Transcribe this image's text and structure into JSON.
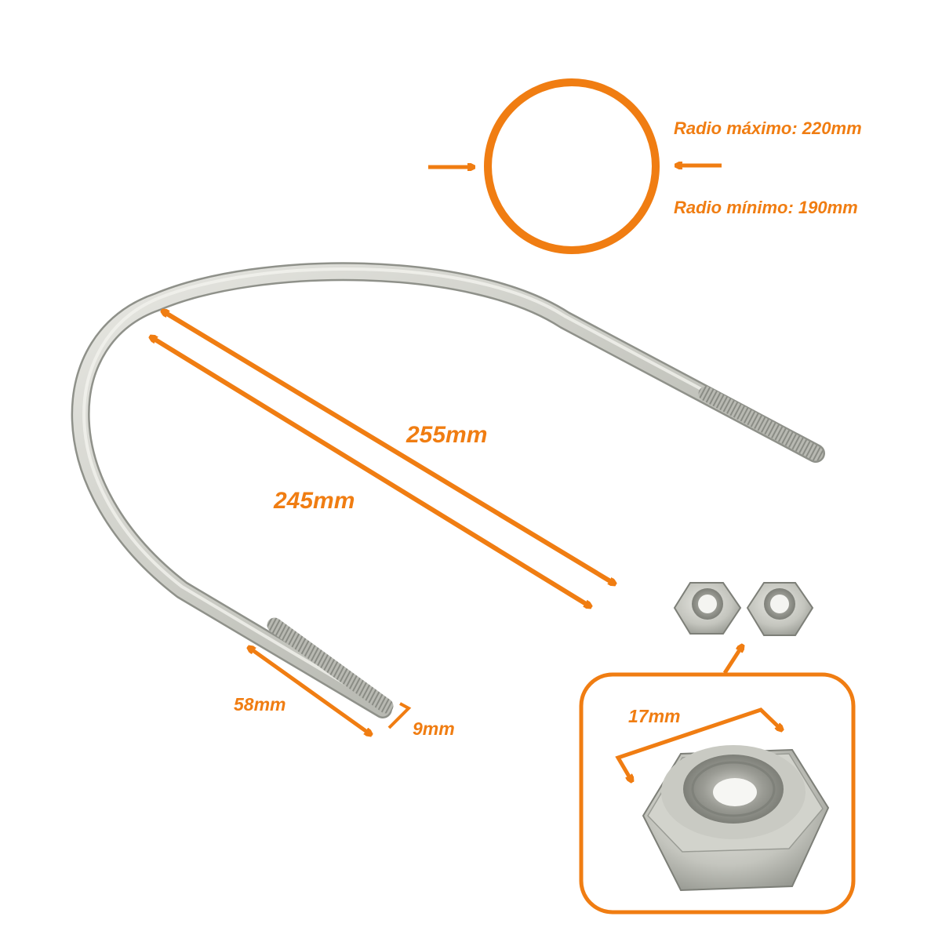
{
  "colors": {
    "accent": "#f07d12",
    "metal_light": "#e4e4df",
    "metal_mid": "#c2c3bc",
    "metal_dark": "#8f918a",
    "background": "#ffffff"
  },
  "pipe_diagram": {
    "max_radius_label": "Radio máximo: 220mm",
    "min_radius_label": "Radio mínimo: 190mm"
  },
  "u_bolt": {
    "outer_length_label": "255mm",
    "inner_length_label": "245mm",
    "thread_length_label": "58mm",
    "rod_diameter_label": "9mm"
  },
  "nuts": {
    "count": 2,
    "detail_width_label": "17mm"
  },
  "icons": [
    "arrow-icon",
    "u-bolt",
    "hex-nut"
  ]
}
